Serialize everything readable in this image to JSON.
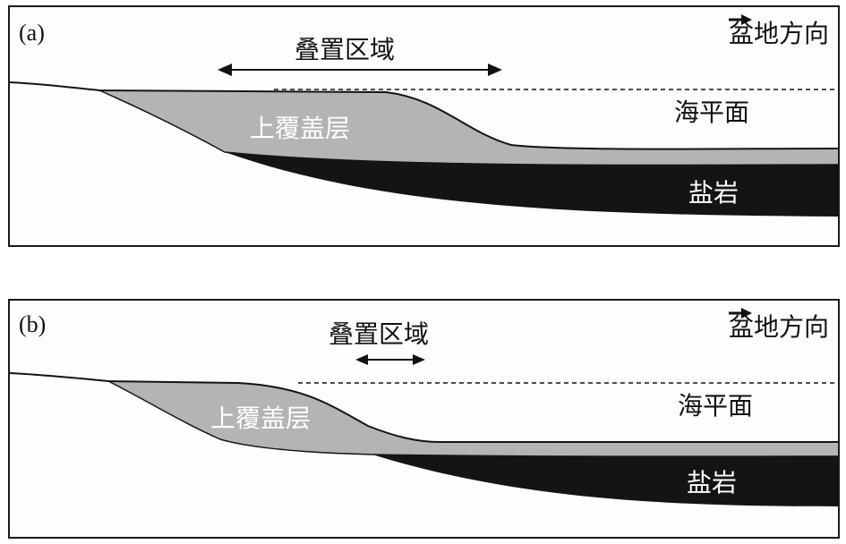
{
  "panels": [
    {
      "tag": "(a)",
      "direction": "盆地方向",
      "overlap": "叠置区域",
      "sea_level": "海平面",
      "overburden": "上覆盖层",
      "salt": "盐岩"
    },
    {
      "tag": "(b)",
      "direction": "盆地方向",
      "overlap": "叠置区域",
      "sea_level": "海平面",
      "overburden": "上覆盖层",
      "salt": "盐岩"
    }
  ],
  "colors": {
    "overburden": "#b4b4b4",
    "salt": "#141414",
    "frame": "#1a1a1a"
  }
}
